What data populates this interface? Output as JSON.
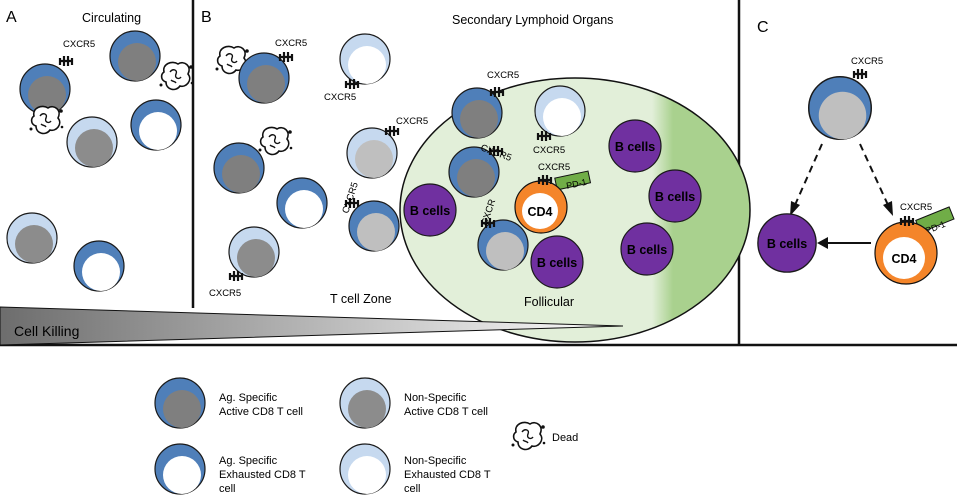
{
  "panels": {
    "a": {
      "letter": "A",
      "title": "Circulating"
    },
    "b": {
      "letter": "B",
      "title": "Secondary Lymphoid Organs",
      "t_zone": "T cell Zone",
      "follicular": "Follicular"
    },
    "c": {
      "letter": "C"
    }
  },
  "gradient": {
    "label": "Cell Killing"
  },
  "labels": {
    "cxcr5": "CXCR5",
    "cxcr": "CXCR",
    "pd1": "PD-1",
    "cd4": "CD4",
    "b_cells": "B cells"
  },
  "legend": {
    "ag_active": [
      "Ag. Specific",
      "Active CD8 T cell"
    ],
    "nonspec_active": [
      "Non-Specific",
      "Active CD8 T cell"
    ],
    "ag_exhausted": [
      "Ag. Specific",
      "Exhausted CD8 T",
      "cell"
    ],
    "nonspec_exhausted": [
      "Non-Specific",
      "Exhausted CD8 T",
      "cell"
    ],
    "dead": "Dead"
  },
  "colors": {
    "ag_specific_membrane": "#4f7fb9",
    "non_specific_membrane": "#c6d9ef",
    "active_nucleus": "#7f7f7f",
    "b_cell": "#7030a0",
    "cd4_cell": "#f4852a",
    "pd1": "#70ad47",
    "follicle": "#e2efd9",
    "germinal_zone": "#a9d18e"
  }
}
